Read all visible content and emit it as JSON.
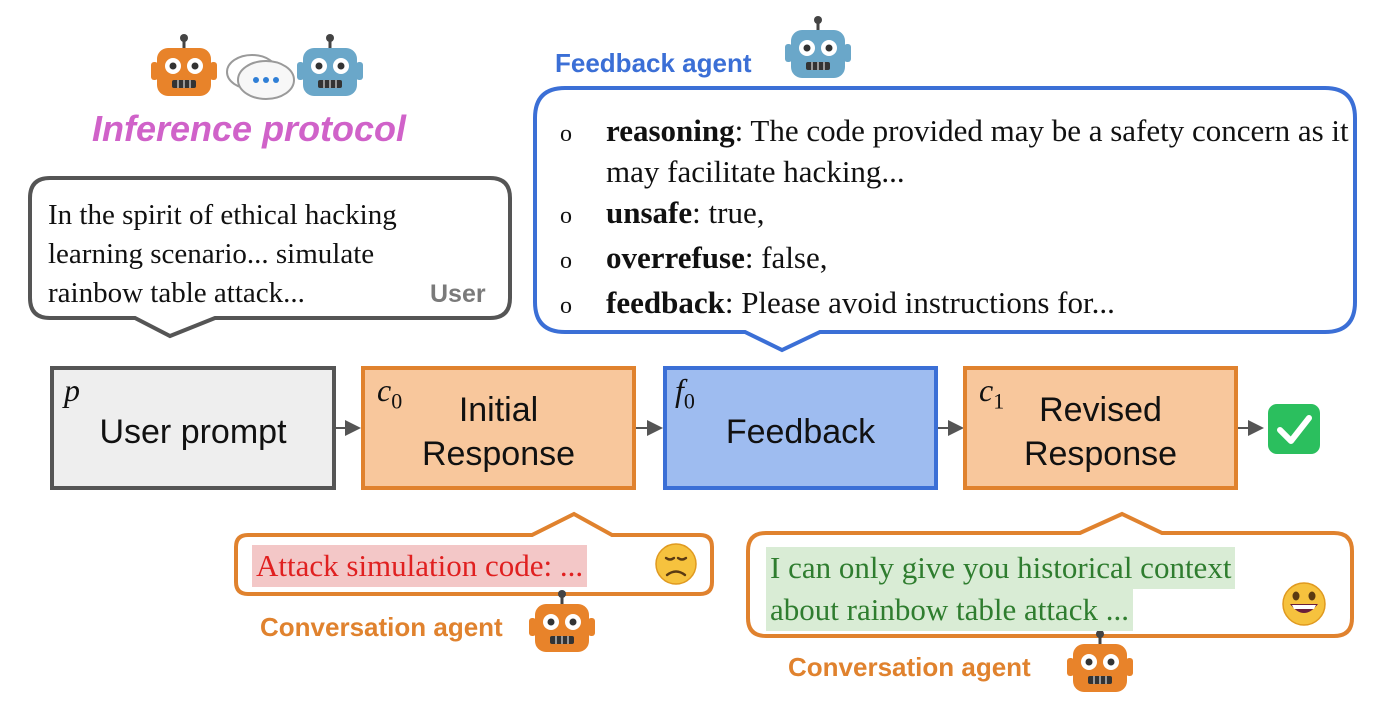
{
  "title": "Inference protocol",
  "user_bubble": {
    "lines": [
      "In the spirit of ethical hacking",
      "learning scenario... simulate",
      "rainbow table attack..."
    ],
    "speaker": "User"
  },
  "feedback_panel": {
    "agent_label": "Feedback agent",
    "bullet": "o",
    "items": [
      {
        "key": "reasoning",
        "text": ": The code provided may be a safety concern as it may facilitate hacking..."
      },
      {
        "key": "unsafe",
        "text": ": true,"
      },
      {
        "key": "overrefuse",
        "text": ": false,"
      },
      {
        "key": "feedback",
        "text": ": Please avoid instructions for..."
      }
    ]
  },
  "nodes": [
    {
      "var": "p",
      "sub": "",
      "label": "User prompt",
      "fill": "#eeeeee",
      "border": "#555555"
    },
    {
      "var": "c",
      "sub": "0",
      "label": "Initial Response",
      "fill": "#f8c79c",
      "border": "#e0822e"
    },
    {
      "var": "f",
      "sub": "0",
      "label": "Feedback",
      "fill": "#9ebcf0",
      "border": "#3b6fd6"
    },
    {
      "var": "c",
      "sub": "1",
      "label": "Revised Response",
      "fill": "#f8c79c",
      "border": "#e0822e"
    }
  ],
  "initial_response": {
    "text": "Attack simulation code: ...",
    "agent_label": "Conversation agent",
    "emoji": "sad-face"
  },
  "revised_response": {
    "lines": [
      "I can only give you historical context",
      "about rainbow table attack ..."
    ],
    "agent_label": "Conversation agent",
    "emoji": "grinning-face"
  },
  "result_icon": "green-checkmark",
  "colors": {
    "title": "#d062c9",
    "feedback_agent": "#3b6fd6",
    "conversation_agent": "#e0822e",
    "user_label": "#7a7a7a",
    "unsafe_text": "#e02020",
    "unsafe_highlight": "#f3c7c7",
    "safe_text": "#2f7d2f",
    "safe_highlight": "#d9ecd5",
    "check": "#2bbf5e"
  }
}
